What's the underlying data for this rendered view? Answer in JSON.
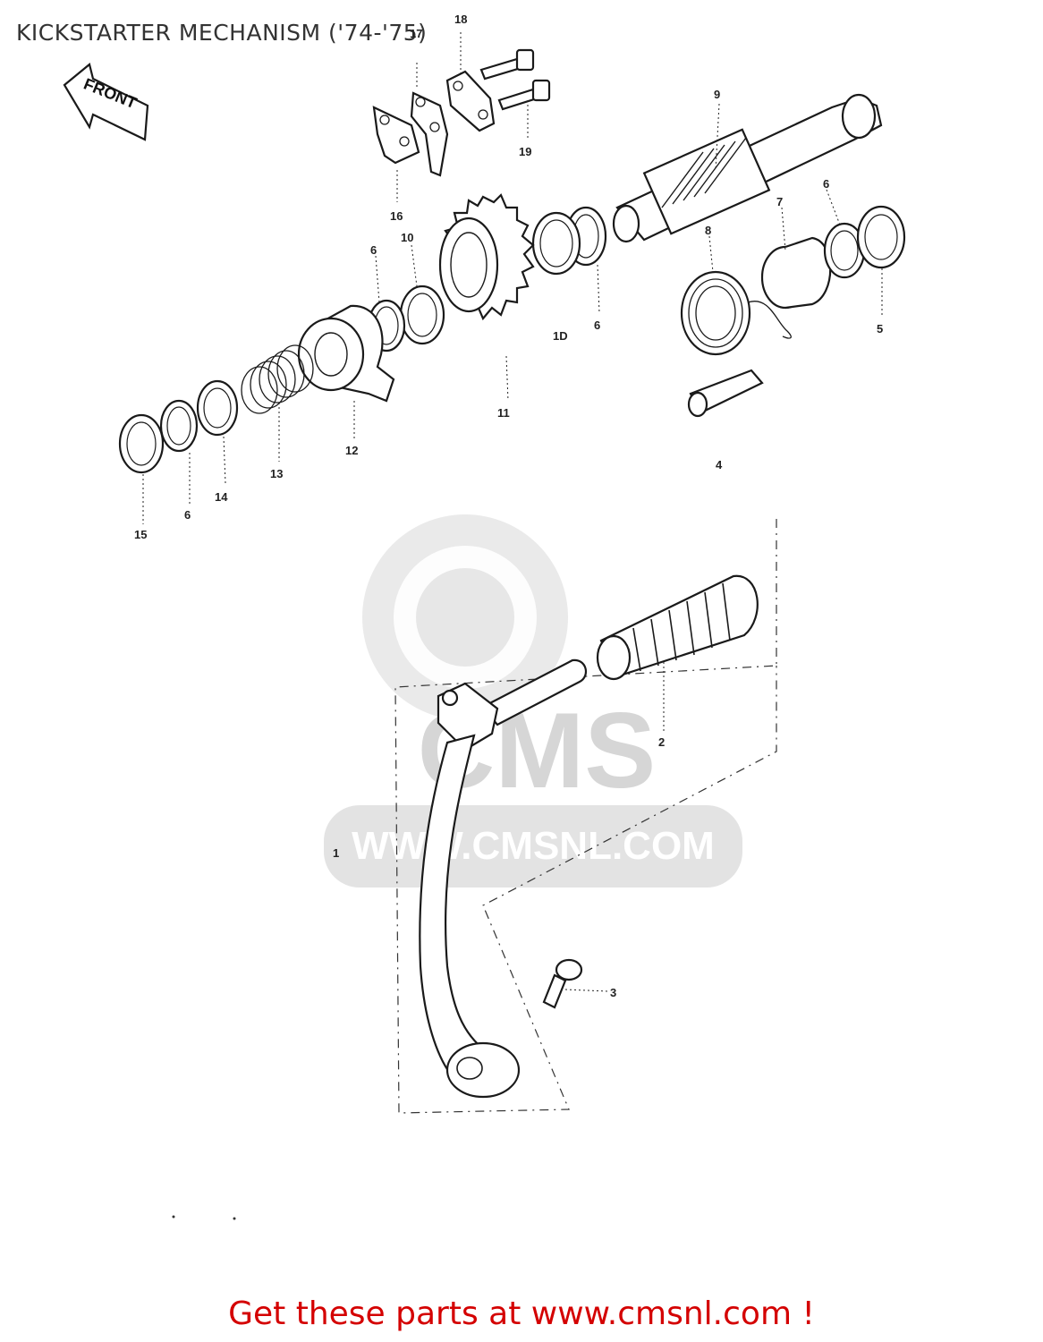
{
  "title": "KICKSTARTER MECHANISM ('74-'75)",
  "footer_link": "Get these parts at www.cmsnl.com !",
  "front_arrow_label": "FRONT",
  "watermark": {
    "brand": "CMS",
    "url": "WWW.CMSNL.COM"
  },
  "callouts": {
    "c1": "1",
    "c2": "2",
    "c3": "3",
    "c4": "4",
    "c5": "5",
    "c6a": "6",
    "c6b": "6",
    "c6c": "6",
    "c6d": "6",
    "c7": "7",
    "c8": "8",
    "c9": "9",
    "c10a": "10",
    "c10b": "1D",
    "c11": "11",
    "c12": "12",
    "c13": "13",
    "c14": "14",
    "c15": "15",
    "c16": "16",
    "c17": "17",
    "c18": "18",
    "c19": "19"
  },
  "colors": {
    "link": "#d40000",
    "line": "#1a1a1a",
    "watermark": "#d9d9d9"
  }
}
